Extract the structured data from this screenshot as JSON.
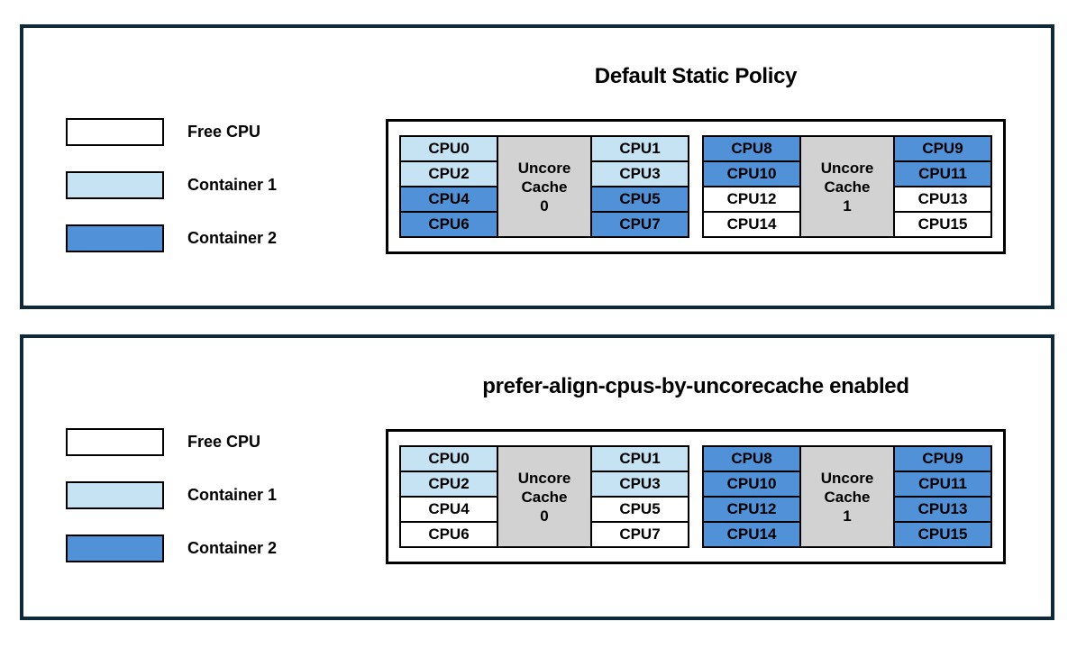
{
  "colors": {
    "free": "#ffffff",
    "container1": "#c5e3f2",
    "container2": "#5191d8",
    "cache_gray": "#d2d2d2",
    "panel_border": "#0e2a3a",
    "cell_border": "#000000"
  },
  "legend": {
    "items": [
      {
        "label": "Free CPU",
        "state": "free"
      },
      {
        "label": "Container 1",
        "state": "container1"
      },
      {
        "label": "Container 2",
        "state": "container2"
      }
    ]
  },
  "panels": [
    {
      "title": "Default Static Policy",
      "groups": [
        {
          "cache": {
            "line1": "Uncore",
            "line2": "Cache",
            "line3": "0"
          },
          "left": [
            {
              "label": "CPU0",
              "state": "container1"
            },
            {
              "label": "CPU2",
              "state": "container1"
            },
            {
              "label": "CPU4",
              "state": "container2"
            },
            {
              "label": "CPU6",
              "state": "container2"
            }
          ],
          "right": [
            {
              "label": "CPU1",
              "state": "container1"
            },
            {
              "label": "CPU3",
              "state": "container1"
            },
            {
              "label": "CPU5",
              "state": "container2"
            },
            {
              "label": "CPU7",
              "state": "container2"
            }
          ]
        },
        {
          "cache": {
            "line1": "Uncore",
            "line2": "Cache",
            "line3": "1"
          },
          "left": [
            {
              "label": "CPU8",
              "state": "container2"
            },
            {
              "label": "CPU10",
              "state": "container2"
            },
            {
              "label": "CPU12",
              "state": "free"
            },
            {
              "label": "CPU14",
              "state": "free"
            }
          ],
          "right": [
            {
              "label": "CPU9",
              "state": "container2"
            },
            {
              "label": "CPU11",
              "state": "container2"
            },
            {
              "label": "CPU13",
              "state": "free"
            },
            {
              "label": "CPU15",
              "state": "free"
            }
          ]
        }
      ]
    },
    {
      "title": "prefer-align-cpus-by-uncorecache enabled",
      "groups": [
        {
          "cache": {
            "line1": "Uncore",
            "line2": "Cache",
            "line3": "0"
          },
          "left": [
            {
              "label": "CPU0",
              "state": "container1"
            },
            {
              "label": "CPU2",
              "state": "container1"
            },
            {
              "label": "CPU4",
              "state": "free"
            },
            {
              "label": "CPU6",
              "state": "free"
            }
          ],
          "right": [
            {
              "label": "CPU1",
              "state": "container1"
            },
            {
              "label": "CPU3",
              "state": "container1"
            },
            {
              "label": "CPU5",
              "state": "free"
            },
            {
              "label": "CPU7",
              "state": "free"
            }
          ]
        },
        {
          "cache": {
            "line1": "Uncore",
            "line2": "Cache",
            "line3": "1"
          },
          "left": [
            {
              "label": "CPU8",
              "state": "container2"
            },
            {
              "label": "CPU10",
              "state": "container2"
            },
            {
              "label": "CPU12",
              "state": "container2"
            },
            {
              "label": "CPU14",
              "state": "container2"
            }
          ],
          "right": [
            {
              "label": "CPU9",
              "state": "container2"
            },
            {
              "label": "CPU11",
              "state": "container2"
            },
            {
              "label": "CPU13",
              "state": "container2"
            },
            {
              "label": "CPU15",
              "state": "container2"
            }
          ]
        }
      ]
    }
  ]
}
